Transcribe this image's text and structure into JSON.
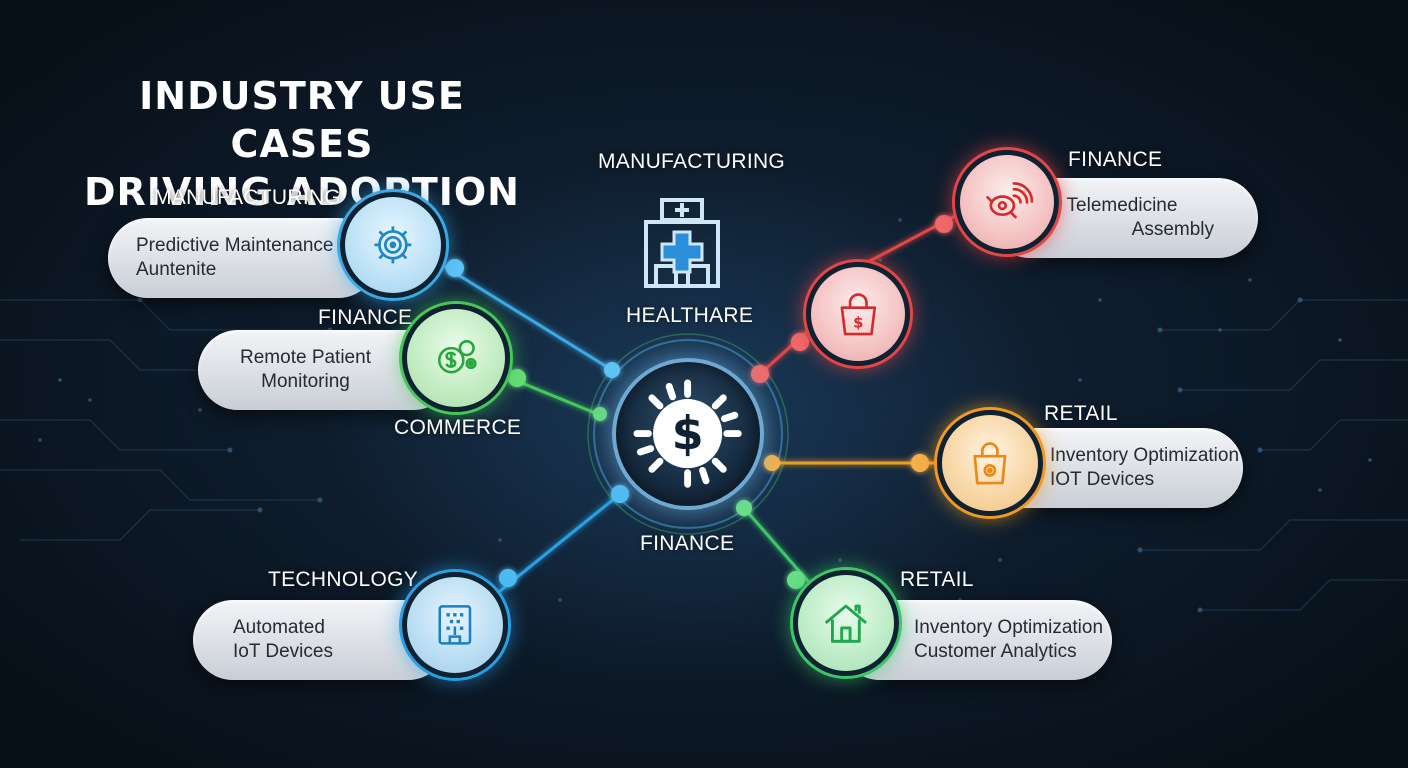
{
  "title": {
    "line1": "INDUSTRY USE CASES",
    "line2": "DRIVING ADOPTION"
  },
  "center": {
    "label": "FINANCE",
    "icon": "dollar-burst-icon"
  },
  "nodes": {
    "manufacturing_left": {
      "category": "MANUFACTURING",
      "line1": "Predictive Maintenance",
      "line2": "Auntenite",
      "icon": "gear-icon",
      "color": "#35a8e8"
    },
    "finance_left": {
      "category": "FINANCE",
      "line1": "Remote Patient",
      "line2": "Monitoring",
      "icon": "coins-icon",
      "color": "#3fc45a"
    },
    "commerce": {
      "label": "COMMERCE"
    },
    "technology": {
      "category": "TECHNOLOGY",
      "line1": "Automated",
      "line2": "IoT Devices",
      "icon": "circuit-device-icon",
      "color": "#2f9be0"
    },
    "healthcare": {
      "category_top": "MANUFACTURING",
      "category_bottom": "HEALTHARE",
      "icon": "hospital-icon"
    },
    "finance_right": {
      "category": "FINANCE",
      "line1": "Telemedicine",
      "line2": "Assembly",
      "icon": "remote-signal-icon",
      "color": "#e63a3a"
    },
    "shopping_red": {
      "icon": "shopping-bag-dollar-icon",
      "color": "#e63a3a"
    },
    "retail_right": {
      "category": "RETAIL",
      "line1": "Inventory Optimization",
      "line2": "IOT Devices",
      "icon": "shopping-bag-icon",
      "color": "#f0921e"
    },
    "retail_bottom": {
      "category": "RETAIL",
      "line1": "Inventory Optimization",
      "line2": "Customer Analytics",
      "icon": "house-icon",
      "color": "#3cc768"
    }
  }
}
